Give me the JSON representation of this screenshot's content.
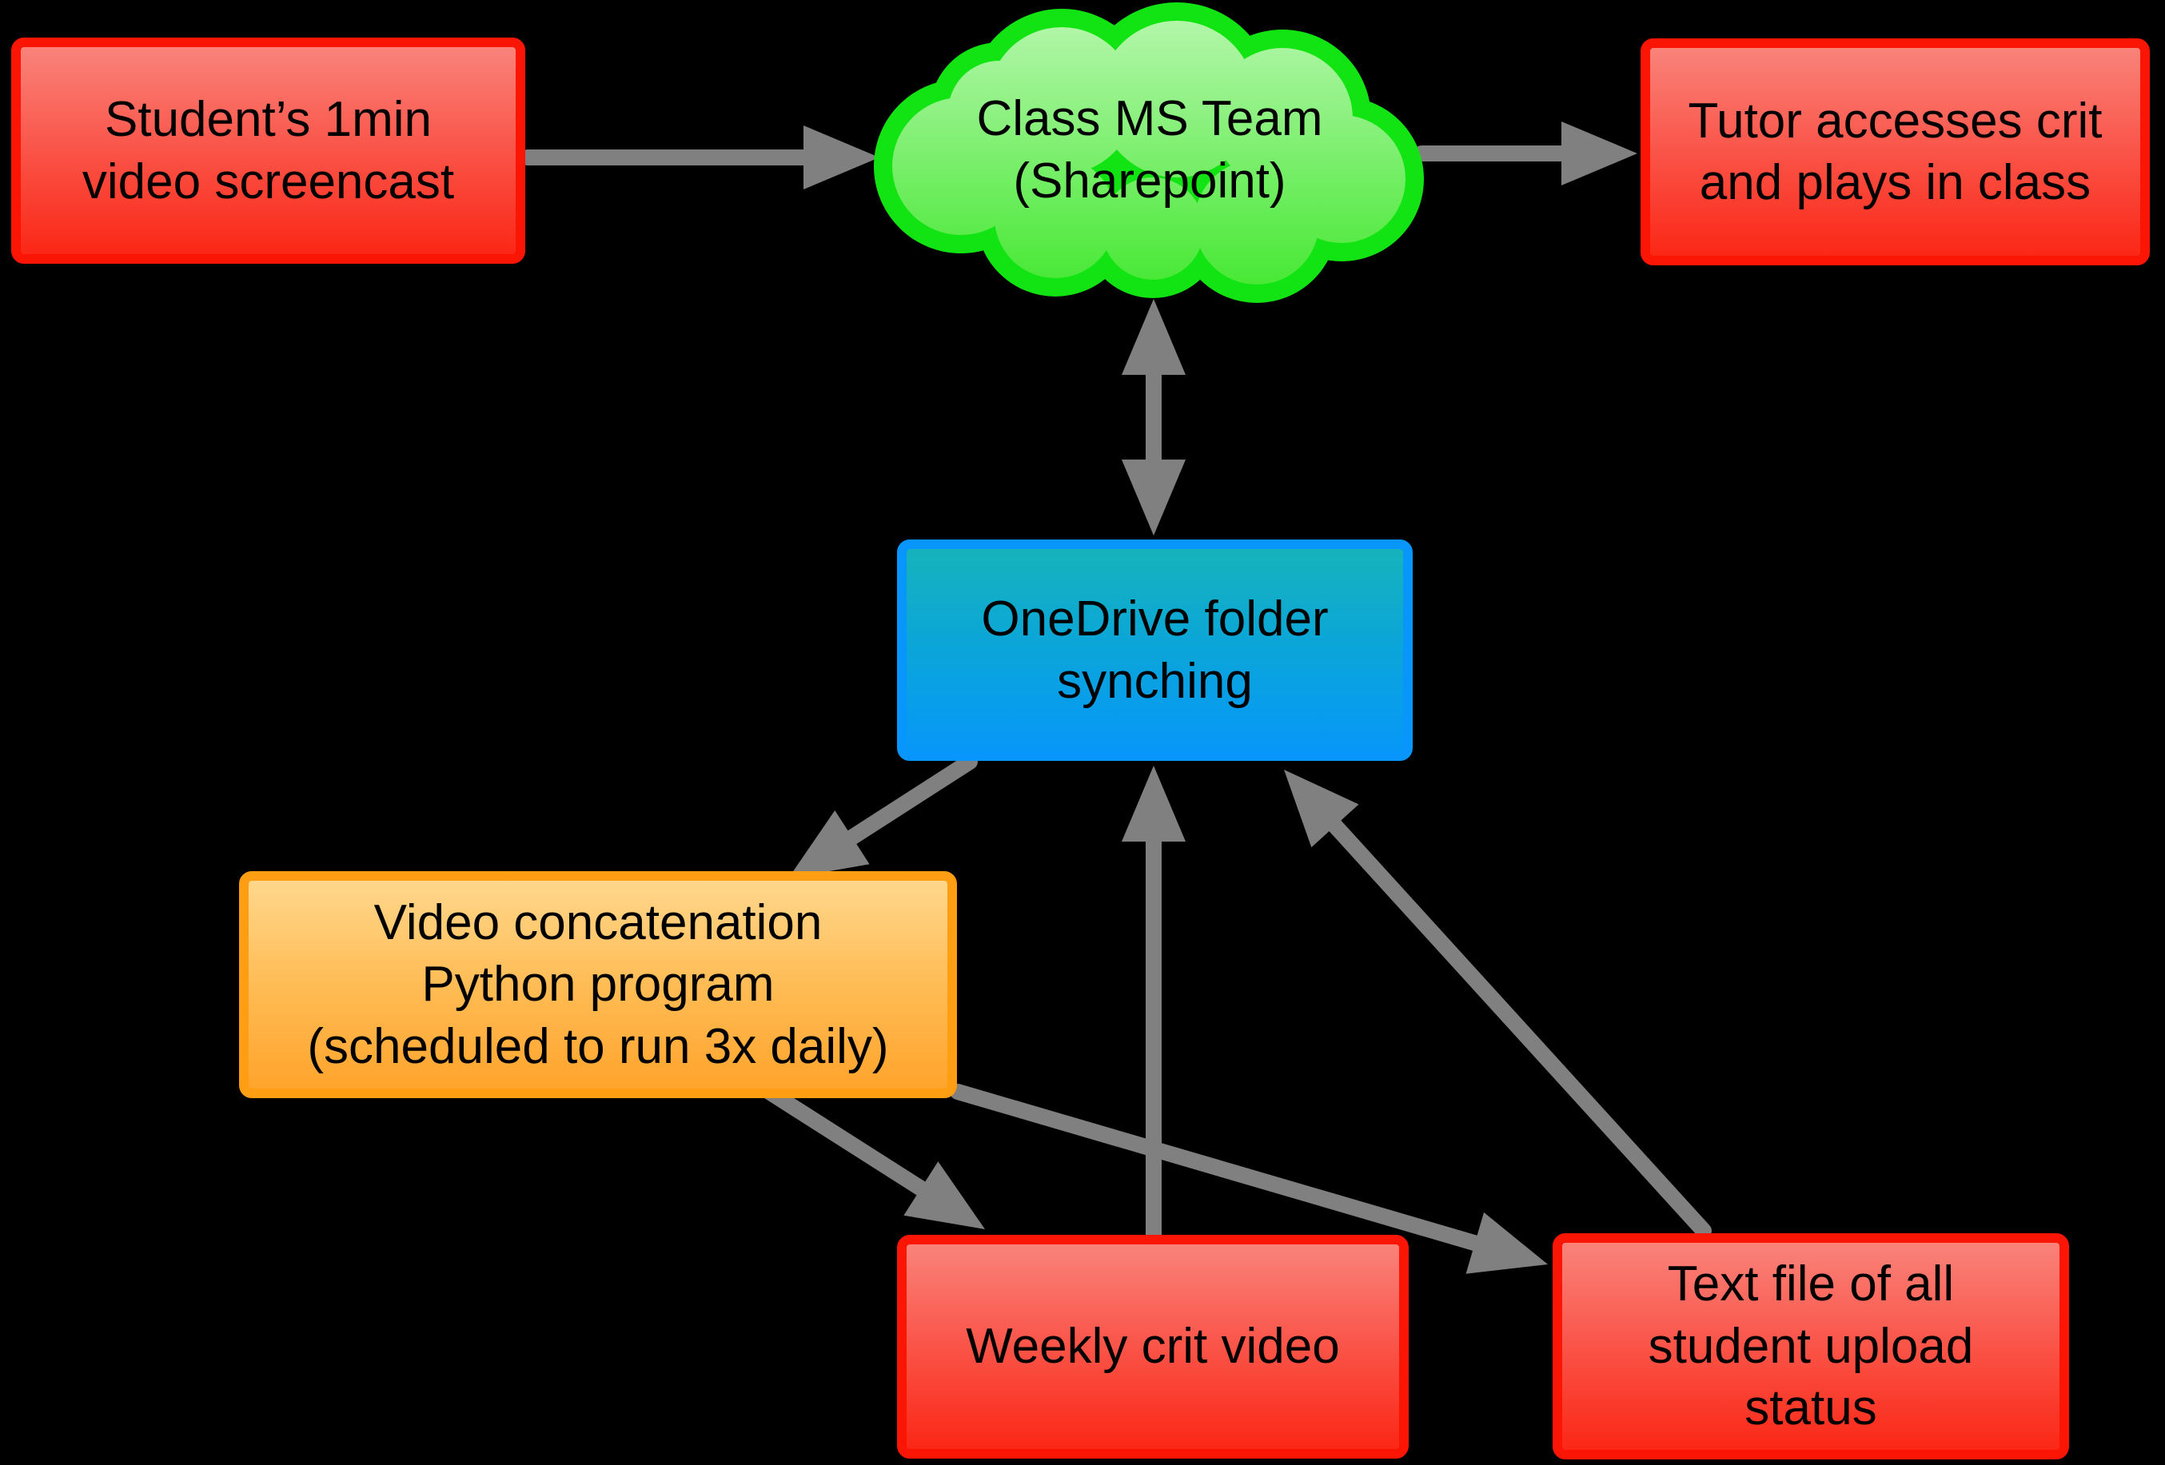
{
  "palette": {
    "background": "#000000",
    "arrow_gray": "#808080",
    "text": "#000000",
    "red_border": "#fb1505",
    "red_fill_top": "#f9837a",
    "red_fill_bottom": "#fb2716",
    "orange_border": "#ff9e12",
    "orange_fill_top": "#ffd78c",
    "orange_fill_bottom": "#ffa42c",
    "green_border": "#12e312",
    "green_fill_top": "#b5f6ac",
    "green_fill_bottom": "#44e831",
    "blue_border": "#0896fc",
    "blue_fill_top": "#16b3bc",
    "blue_fill_bottom": "#0798f8"
  },
  "nodes": {
    "student": {
      "lines": [
        "Student’s 1min",
        "video screencast"
      ]
    },
    "cloud": {
      "lines": [
        "Class MS Team",
        "(Sharepoint)"
      ]
    },
    "tutor": {
      "lines": [
        "Tutor accesses crit",
        "and plays in class"
      ]
    },
    "onedrive": {
      "lines": [
        "OneDrive folder",
        "synching"
      ]
    },
    "concat": {
      "lines": [
        "Video concatenation",
        "Python program",
        "(scheduled to run 3x daily)"
      ]
    },
    "weekly": {
      "lines": [
        "Weekly crit video"
      ]
    },
    "textfile": {
      "lines": [
        "Text file of all",
        "student upload",
        "status"
      ]
    }
  },
  "edges": [
    {
      "from": "student-screencast",
      "to": "class-ms-team",
      "type": "arrow"
    },
    {
      "from": "class-ms-team",
      "to": "tutor-access",
      "type": "arrow"
    },
    {
      "from": "class-ms-team",
      "to": "onedrive-sync",
      "type": "double-arrow"
    },
    {
      "from": "onedrive-sync",
      "to": "video-concat",
      "type": "arrow"
    },
    {
      "from": "weekly-crit-video",
      "to": "onedrive-sync",
      "type": "arrow"
    },
    {
      "from": "video-concat",
      "to": "weekly-crit-video",
      "type": "arrow"
    },
    {
      "from": "video-concat",
      "to": "upload-status-file",
      "type": "arrow"
    },
    {
      "from": "upload-status-file",
      "to": "onedrive-sync",
      "type": "arrow"
    }
  ]
}
